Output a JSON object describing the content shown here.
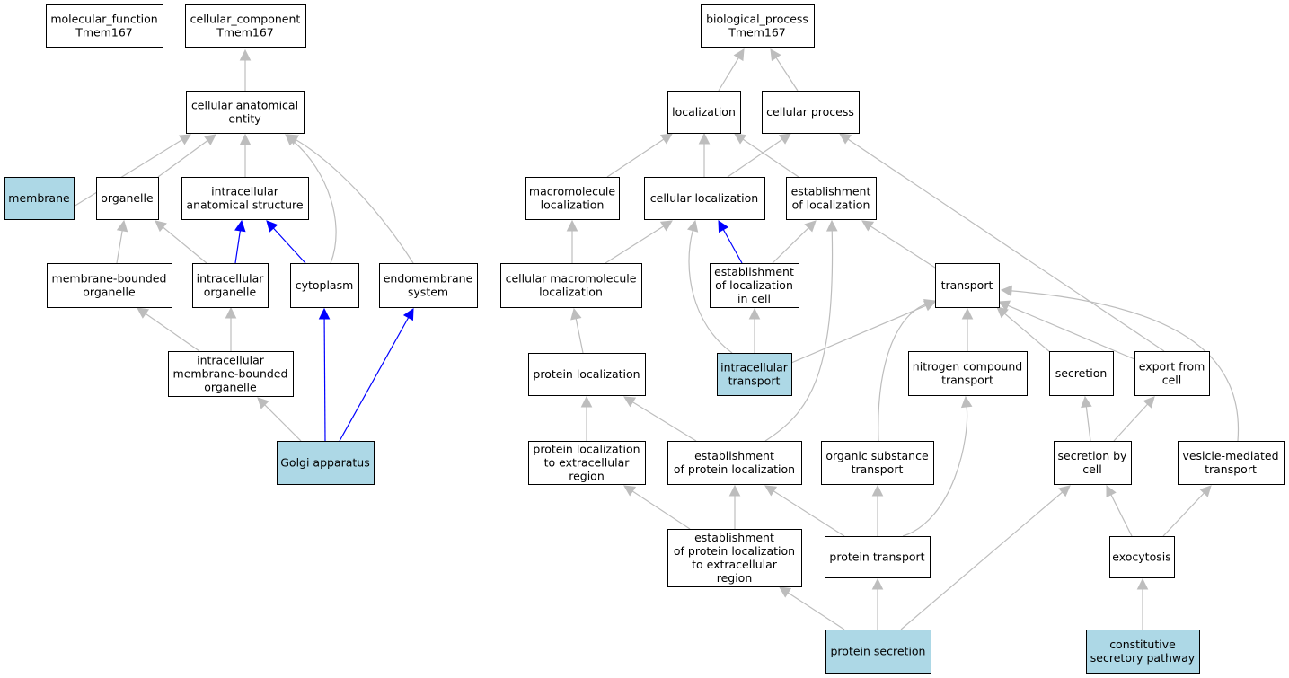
{
  "colors": {
    "highlight_fill": "#add8e6",
    "node_fill": "#ffffff",
    "edge_gray": "#bdbdbd",
    "edge_blue": "#0000ff"
  },
  "nodes": {
    "mf": {
      "lines": [
        "molecular_function",
        "Tmem167"
      ],
      "highlighted": false
    },
    "cc": {
      "lines": [
        "cellular_component",
        "Tmem167"
      ],
      "highlighted": false
    },
    "bp": {
      "lines": [
        "biological_process",
        "Tmem167"
      ],
      "highlighted": false
    },
    "cae": {
      "lines": [
        "cellular anatomical",
        "entity"
      ],
      "highlighted": false
    },
    "membrane": {
      "lines": [
        "membrane"
      ],
      "highlighted": true
    },
    "organelle": {
      "lines": [
        "organelle"
      ],
      "highlighted": false
    },
    "ias": {
      "lines": [
        "intracellular",
        "anatomical structure"
      ],
      "highlighted": false
    },
    "mbo": {
      "lines": [
        "membrane-bounded",
        "organelle"
      ],
      "highlighted": false
    },
    "io": {
      "lines": [
        "intracellular",
        "organelle"
      ],
      "highlighted": false
    },
    "cytoplasm": {
      "lines": [
        "cytoplasm"
      ],
      "highlighted": false
    },
    "endo": {
      "lines": [
        "endomembrane",
        "system"
      ],
      "highlighted": false
    },
    "imbo": {
      "lines": [
        "intracellular",
        "membrane-bounded",
        "organelle"
      ],
      "highlighted": false
    },
    "golgi": {
      "lines": [
        "Golgi apparatus"
      ],
      "highlighted": true
    },
    "loc": {
      "lines": [
        "localization"
      ],
      "highlighted": false
    },
    "cp": {
      "lines": [
        "cellular process"
      ],
      "highlighted": false
    },
    "mml": {
      "lines": [
        "macromolecule",
        "localization"
      ],
      "highlighted": false
    },
    "cl": {
      "lines": [
        "cellular localization"
      ],
      "highlighted": false
    },
    "eol": {
      "lines": [
        "establishment",
        "of localization"
      ],
      "highlighted": false
    },
    "cml": {
      "lines": [
        "cellular macromolecule",
        "localization"
      ],
      "highlighted": false
    },
    "elc": {
      "lines": [
        "establishment",
        "of localization",
        "in cell"
      ],
      "highlighted": false
    },
    "transport": {
      "lines": [
        "transport"
      ],
      "highlighted": false
    },
    "pl": {
      "lines": [
        "protein localization"
      ],
      "highlighted": false
    },
    "it": {
      "lines": [
        "intracellular",
        "transport"
      ],
      "highlighted": true
    },
    "nct": {
      "lines": [
        "nitrogen compound",
        "transport"
      ],
      "highlighted": false
    },
    "secretion": {
      "lines": [
        "secretion"
      ],
      "highlighted": false
    },
    "efc": {
      "lines": [
        "export from",
        "cell"
      ],
      "highlighted": false
    },
    "pler": {
      "lines": [
        "protein localization",
        "to extracellular",
        "region"
      ],
      "highlighted": false
    },
    "epl": {
      "lines": [
        "establishment",
        "of protein localization"
      ],
      "highlighted": false
    },
    "ost": {
      "lines": [
        "organic substance",
        "transport"
      ],
      "highlighted": false
    },
    "sbc": {
      "lines": [
        "secretion by",
        "cell"
      ],
      "highlighted": false
    },
    "vmt": {
      "lines": [
        "vesicle-mediated",
        "transport"
      ],
      "highlighted": false
    },
    "epler": {
      "lines": [
        "establishment",
        "of protein localization",
        "to extracellular",
        "region"
      ],
      "highlighted": false
    },
    "pt": {
      "lines": [
        "protein transport"
      ],
      "highlighted": false
    },
    "exo": {
      "lines": [
        "exocytosis"
      ],
      "highlighted": false
    },
    "ps": {
      "lines": [
        "protein secretion"
      ],
      "highlighted": true
    },
    "csp": {
      "lines": [
        "constitutive",
        "secretory pathway"
      ],
      "highlighted": true
    }
  },
  "edges": [
    {
      "from": "cae",
      "to": "cc",
      "color": "gray"
    },
    {
      "from": "membrane",
      "to": "cae",
      "color": "gray"
    },
    {
      "from": "organelle",
      "to": "cae",
      "color": "gray"
    },
    {
      "from": "ias",
      "to": "cae",
      "color": "gray"
    },
    {
      "from": "cytoplasm",
      "to": "cae",
      "color": "gray"
    },
    {
      "from": "endo",
      "to": "cae",
      "color": "gray"
    },
    {
      "from": "mbo",
      "to": "organelle",
      "color": "gray"
    },
    {
      "from": "io",
      "to": "organelle",
      "color": "gray"
    },
    {
      "from": "io",
      "to": "ias",
      "color": "blue"
    },
    {
      "from": "cytoplasm",
      "to": "ias",
      "color": "blue"
    },
    {
      "from": "imbo",
      "to": "mbo",
      "color": "gray"
    },
    {
      "from": "imbo",
      "to": "io",
      "color": "gray"
    },
    {
      "from": "golgi",
      "to": "imbo",
      "color": "gray"
    },
    {
      "from": "golgi",
      "to": "cytoplasm",
      "color": "blue"
    },
    {
      "from": "golgi",
      "to": "endo",
      "color": "blue"
    },
    {
      "from": "loc",
      "to": "bp",
      "color": "gray"
    },
    {
      "from": "cp",
      "to": "bp",
      "color": "gray"
    },
    {
      "from": "mml",
      "to": "loc",
      "color": "gray"
    },
    {
      "from": "cl",
      "to": "loc",
      "color": "gray"
    },
    {
      "from": "cl",
      "to": "cp",
      "color": "gray"
    },
    {
      "from": "eol",
      "to": "loc",
      "color": "gray"
    },
    {
      "from": "cml",
      "to": "mml",
      "color": "gray"
    },
    {
      "from": "cml",
      "to": "cl",
      "color": "gray"
    },
    {
      "from": "elc",
      "to": "cl",
      "color": "blue"
    },
    {
      "from": "elc",
      "to": "eol",
      "color": "gray"
    },
    {
      "from": "transport",
      "to": "eol",
      "color": "gray"
    },
    {
      "from": "pl",
      "to": "cml",
      "color": "gray"
    },
    {
      "from": "it",
      "to": "elc",
      "color": "gray"
    },
    {
      "from": "it",
      "to": "cl",
      "color": "gray"
    },
    {
      "from": "it",
      "to": "transport",
      "color": "gray"
    },
    {
      "from": "nct",
      "to": "transport",
      "color": "gray"
    },
    {
      "from": "secretion",
      "to": "transport",
      "color": "gray"
    },
    {
      "from": "efc",
      "to": "transport",
      "color": "gray"
    },
    {
      "from": "efc",
      "to": "cp",
      "color": "gray"
    },
    {
      "from": "pler",
      "to": "pl",
      "color": "gray"
    },
    {
      "from": "epl",
      "to": "pl",
      "color": "gray"
    },
    {
      "from": "epl",
      "to": "eol",
      "color": "gray"
    },
    {
      "from": "ost",
      "to": "transport",
      "color": "gray"
    },
    {
      "from": "sbc",
      "to": "secretion",
      "color": "gray"
    },
    {
      "from": "sbc",
      "to": "efc",
      "color": "gray"
    },
    {
      "from": "vmt",
      "to": "transport",
      "color": "gray"
    },
    {
      "from": "epler",
      "to": "pler",
      "color": "gray"
    },
    {
      "from": "epler",
      "to": "epl",
      "color": "gray"
    },
    {
      "from": "pt",
      "to": "epl",
      "color": "gray"
    },
    {
      "from": "pt",
      "to": "ost",
      "color": "gray"
    },
    {
      "from": "pt",
      "to": "nct",
      "color": "gray"
    },
    {
      "from": "exo",
      "to": "sbc",
      "color": "gray"
    },
    {
      "from": "exo",
      "to": "vmt",
      "color": "gray"
    },
    {
      "from": "ps",
      "to": "epler",
      "color": "gray"
    },
    {
      "from": "ps",
      "to": "pt",
      "color": "gray"
    },
    {
      "from": "ps",
      "to": "sbc",
      "color": "gray"
    },
    {
      "from": "csp",
      "to": "exo",
      "color": "gray"
    }
  ]
}
